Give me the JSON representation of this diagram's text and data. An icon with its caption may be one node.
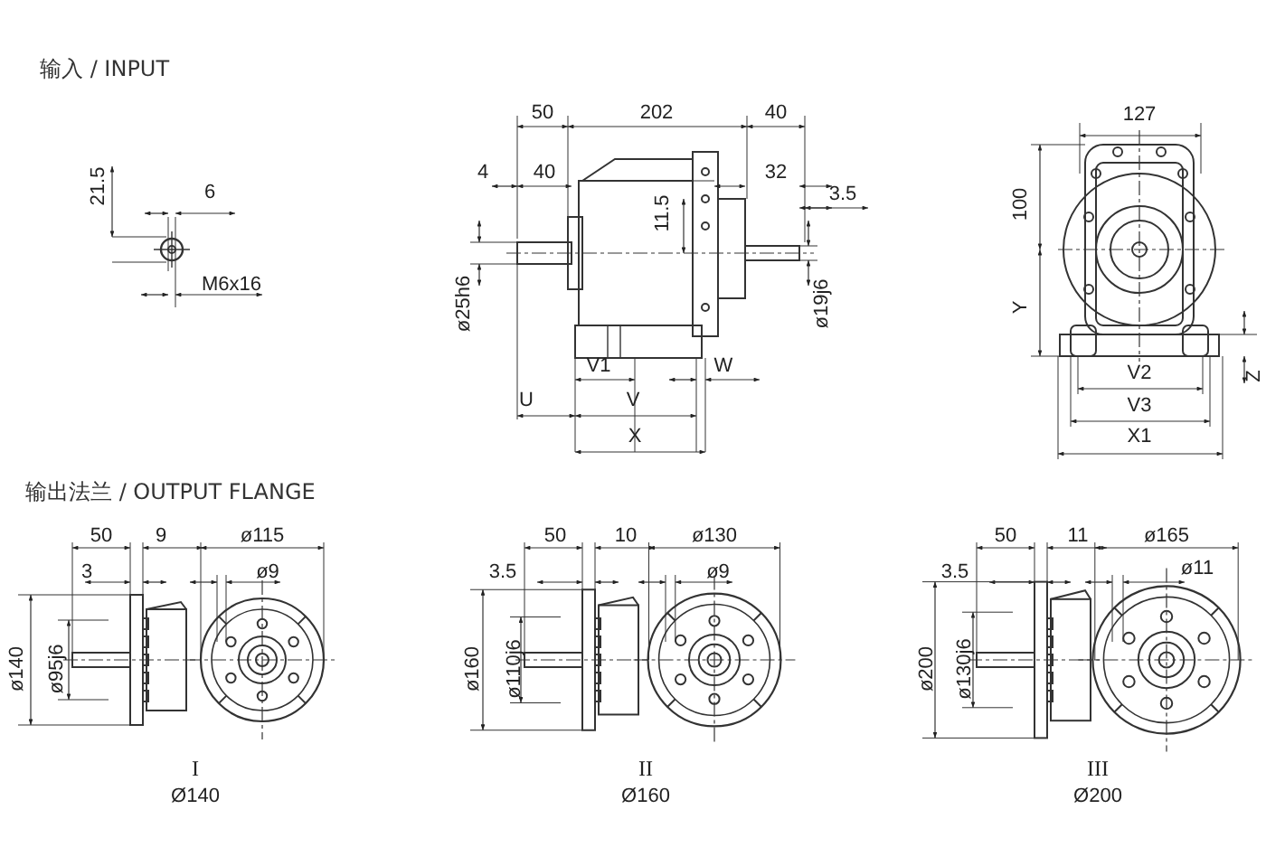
{
  "diagram": {
    "labels": [
      "输入 / INPUT",
      "21.5",
      "6",
      "M6x16",
      "50",
      "202",
      "40",
      "4",
      "40",
      "32",
      "3.5",
      "11.5",
      "ø25h6",
      "ø19j6",
      "V1",
      "W",
      "U",
      "V",
      "X",
      "127",
      "100",
      "Y",
      "V2",
      "V3",
      "X1",
      "Z",
      "输出法兰 / OUTPUT  FLANGE",
      "50",
      "9",
      "ø115",
      "3",
      "ø9",
      "ø140",
      "ø95j6",
      "I",
      "Ø140",
      "50",
      "10",
      "ø130",
      "3.5",
      "ø9",
      "ø160",
      "ø110j6",
      "II",
      "Ø160",
      "50",
      "11",
      "ø165",
      "3.5",
      "ø11",
      "ø200",
      "ø130j6",
      "III",
      "Ø200"
    ]
  }
}
